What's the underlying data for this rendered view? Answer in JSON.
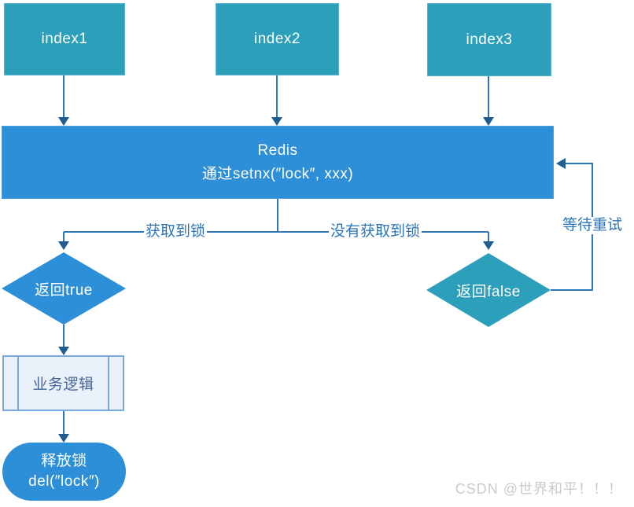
{
  "diagram_title": "Redis setnx distributed lock flow",
  "colors": {
    "teal_node": "#2C9FBA",
    "blue_node": "#2D8FD8",
    "connector_line": "#2E75B6",
    "arrowhead": "#1F5C8F",
    "process_fill": "#EAF1FB",
    "process_border": "#7AA7DC",
    "process_text": "#44679B",
    "node_text": "#FFFFFF",
    "watermark_text": "#CBCBCB"
  },
  "nodes": {
    "index1": {
      "label": "index1"
    },
    "index2": {
      "label": "index2"
    },
    "index3": {
      "label": "index3"
    },
    "redis": {
      "title": "Redis",
      "subtitle": "通过setnx(″lock″, xxx)"
    },
    "return_true": {
      "label": "返回true"
    },
    "return_false": {
      "label": "返回false"
    },
    "business_logic": {
      "label": "业务逻辑"
    },
    "release_lock": {
      "line1": "释放锁",
      "line2": "del(″lock″)"
    }
  },
  "edge_labels": {
    "acquired": "获取到锁",
    "not_acquired": "没有获取到锁",
    "retry": "等待重试"
  },
  "watermark": "CSDN @世界和平！！！"
}
